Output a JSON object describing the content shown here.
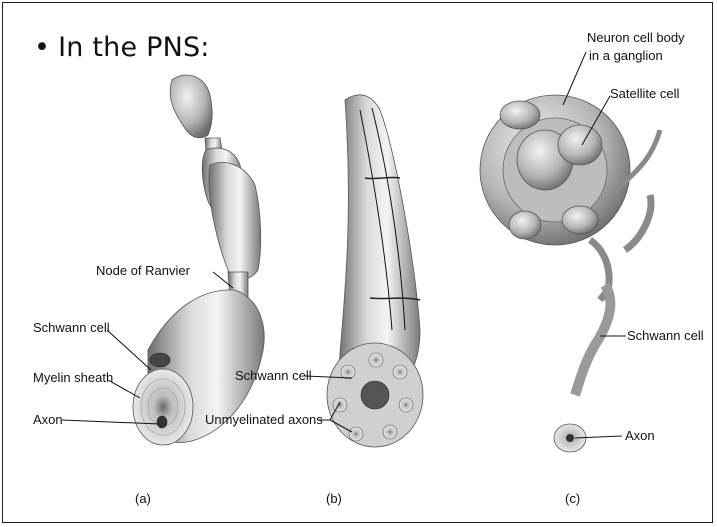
{
  "slide": {
    "bullet_marker": "•",
    "bullet_text": "In the PNS:"
  },
  "labels": {
    "node_of_ranvier": "Node of Ranvier",
    "schwann_cell_a": "Schwann cell",
    "myelin_sheath": "Myelin sheath",
    "axon_a": "Axon",
    "schwann_cell_b": "Schwann cell",
    "unmyelinated_axons": "Unmyelinated axons",
    "neuron_cell_body_line1": "Neuron cell body",
    "neuron_cell_body_line2": "in a ganglion",
    "satellite_cell": "Satellite cell",
    "schwann_cell_c": "Schwann cell",
    "axon_c": "Axon"
  },
  "captions": {
    "a": "(a)",
    "b": "(b)",
    "c": "(c)"
  }
}
